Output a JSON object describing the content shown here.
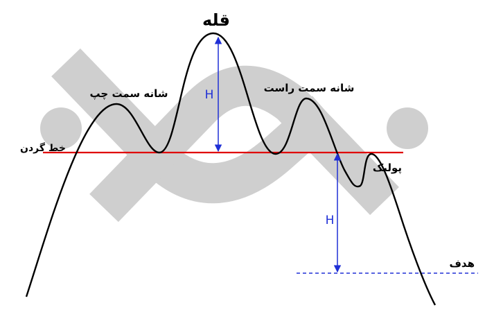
{
  "labels": {
    "head": "قله",
    "left_shoulder": "شانه سمت چپ",
    "right_shoulder": "شانه سمت راست",
    "neckline": "خط گردن",
    "pullback": "پولبک",
    "target": "هدف",
    "height_top": "H",
    "height_bottom": "H"
  },
  "colors": {
    "neckline": "#e00000",
    "measure": "#1f2fd6",
    "target_line": "#1f2fd6",
    "watermark": "#c8c8c8",
    "curve": "#000000"
  }
}
